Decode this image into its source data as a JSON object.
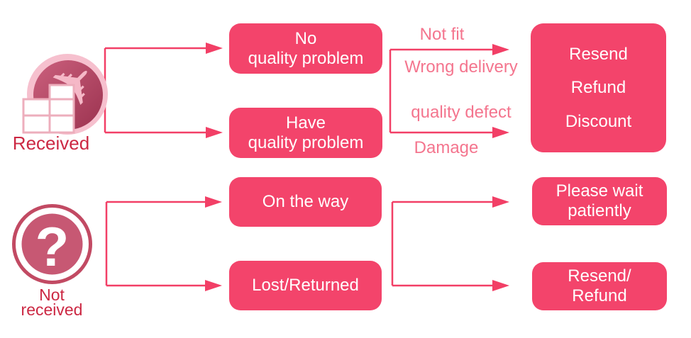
{
  "flows": {
    "received": {
      "caption": "Received",
      "branches": [
        {
          "line1": "No",
          "line2": "quality problem"
        },
        {
          "line1": "Have",
          "line2": "quality problem"
        }
      ],
      "edge_labels": {
        "top_above": "Not fit",
        "top_below": "Wrong delivery",
        "bottom_above": "quality defect",
        "bottom_below": "Damage"
      },
      "outcome": {
        "line1": "Resend",
        "line2": "Refund",
        "line3": "Discount"
      }
    },
    "not_received": {
      "caption_line1": "Not",
      "caption_line2": "received",
      "branches": [
        {
          "label": "On the way"
        },
        {
          "label": "Lost/Returned"
        }
      ],
      "outcomes": [
        {
          "line1": "Please wait",
          "line2": "patiently"
        },
        {
          "line1": "Resend/",
          "line2": "Refund"
        }
      ]
    }
  },
  "icons": {
    "received": "airplane-package-icon",
    "not_received": "question-mark-icon"
  },
  "colors": {
    "box_fill": "#f3446b",
    "arrow": "#f23f66",
    "edge_label_text": "#f4758e",
    "caption_text": "#cc2843",
    "icon_ring": "#c24a63",
    "icon_inner": "#c75873",
    "icon_light_pink": "#f6c0ce"
  }
}
